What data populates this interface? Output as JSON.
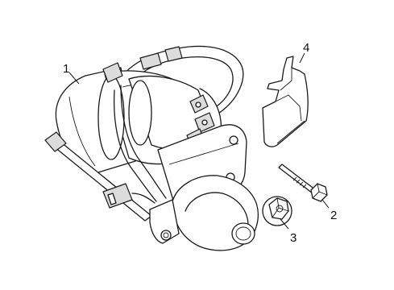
{
  "callouts": [
    {
      "id": "1",
      "text": "1"
    },
    {
      "id": "2",
      "text": "2"
    },
    {
      "id": "3",
      "text": "3"
    },
    {
      "id": "4",
      "text": "4"
    }
  ]
}
